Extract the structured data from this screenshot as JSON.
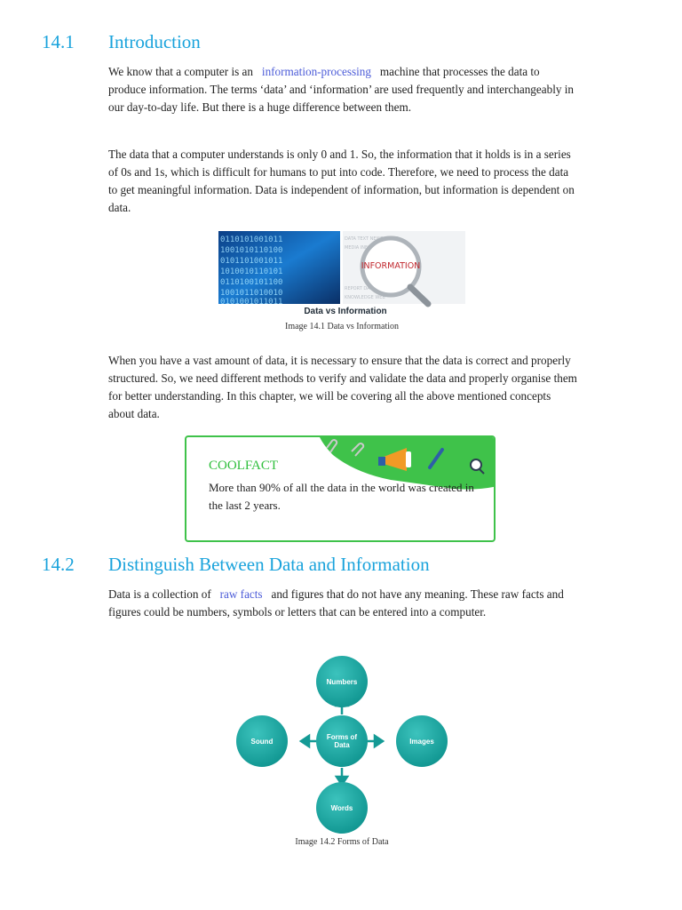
{
  "section1": {
    "number": "14.1",
    "title": "Introduction",
    "p1_before": "We know that a computer is an",
    "p1_highlight": "information-processing",
    "p1_after": "machine that processes the data to produce information. The terms ‘data’ and ‘information’ are used frequently and interchangeably in our day-to-day life. But there is a huge difference between them.",
    "p2": "The data that a computer understands is only 0 and 1. So, the information that it holds is in a series of 0s and 1s, which is difficult for humans to put into code. Therefore, we need to process the data to get meaningful information. Data is independent of information, but information is dependent on data.",
    "figure_label": "Data vs Information",
    "figure_word": "INFORMATION",
    "caption": "Image 14.1 Data vs Information",
    "p3": "When you have a vast amount of data, it is necessary to ensure that the data is correct and properly structured. So, we need different methods to verify and validate the data and properly organise them for better understanding. In this chapter, we will be covering all the above mentioned concepts about data."
  },
  "coolfact": {
    "title": "COOLFACT",
    "text": "More than 90% of all the data in the world was created in the last 2 years."
  },
  "section2": {
    "number": "14.2",
    "title": "Distinguish Between Data and Information",
    "p1_before": "Data is a collection of",
    "p1_highlight": "raw facts",
    "p1_after": "and figures that do not have any meaning. These raw facts and figures could be numbers, symbols or letters that can be entered into a computer.",
    "diagram": {
      "center": "Forms of Data",
      "top": "Numbers",
      "left": "Sound",
      "right": "Images",
      "bottom": "Words"
    },
    "caption": "Image 14.2 Forms of Data"
  },
  "colors": {
    "heading": "#1aa3dc",
    "highlight": "#4b5bd8",
    "coolfact_green": "#2fbf3c",
    "node_teal": "#149a95"
  }
}
